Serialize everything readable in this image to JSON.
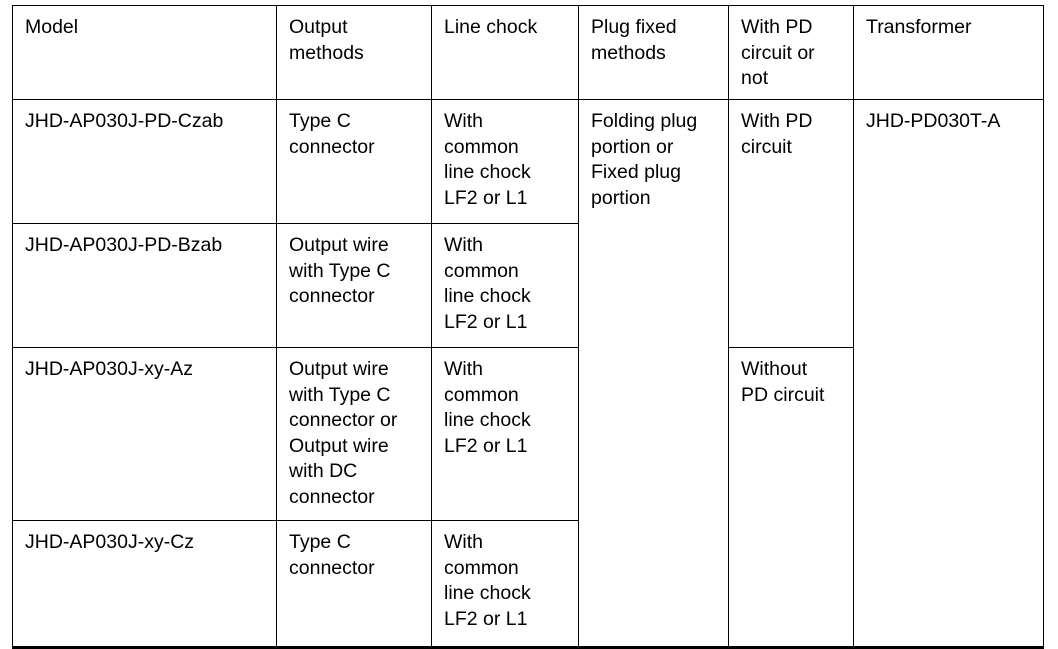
{
  "table": {
    "headers": [
      "Model",
      "Output\nmethods",
      "Line chock",
      "Plug fixed\nmethods",
      "With PD\ncircuit or\nnot",
      "Transformer"
    ],
    "rows": [
      {
        "model": "JHD-AP030J-PD-Czab",
        "output_methods": "Type C\nconnector",
        "line_chock": "With\ncommon\nline chock\nLF2 or L1"
      },
      {
        "model": "JHD-AP030J-PD-Bzab",
        "output_methods": "Output wire\nwith Type C\nconnector",
        "line_chock": "With\ncommon\nline chock\nLF2 or L1"
      },
      {
        "model": "JHD-AP030J-xy-Az",
        "output_methods": "Output wire\nwith Type C\nconnector or\nOutput wire\nwith DC\nconnector",
        "line_chock": "With\ncommon\nline chock\nLF2 or L1"
      },
      {
        "model": "JHD-AP030J-xy-Cz",
        "output_methods": "Type C\nconnector",
        "line_chock": "With\ncommon\nline chock\nLF2 or L1"
      }
    ],
    "merged": {
      "plug_fixed_methods": "Folding plug\nportion or\nFixed plug\nportion",
      "pd_circuit_with": "With PD\ncircuit",
      "pd_circuit_without": "Without\nPD circuit",
      "transformer": "JHD-PD030T-A"
    }
  }
}
